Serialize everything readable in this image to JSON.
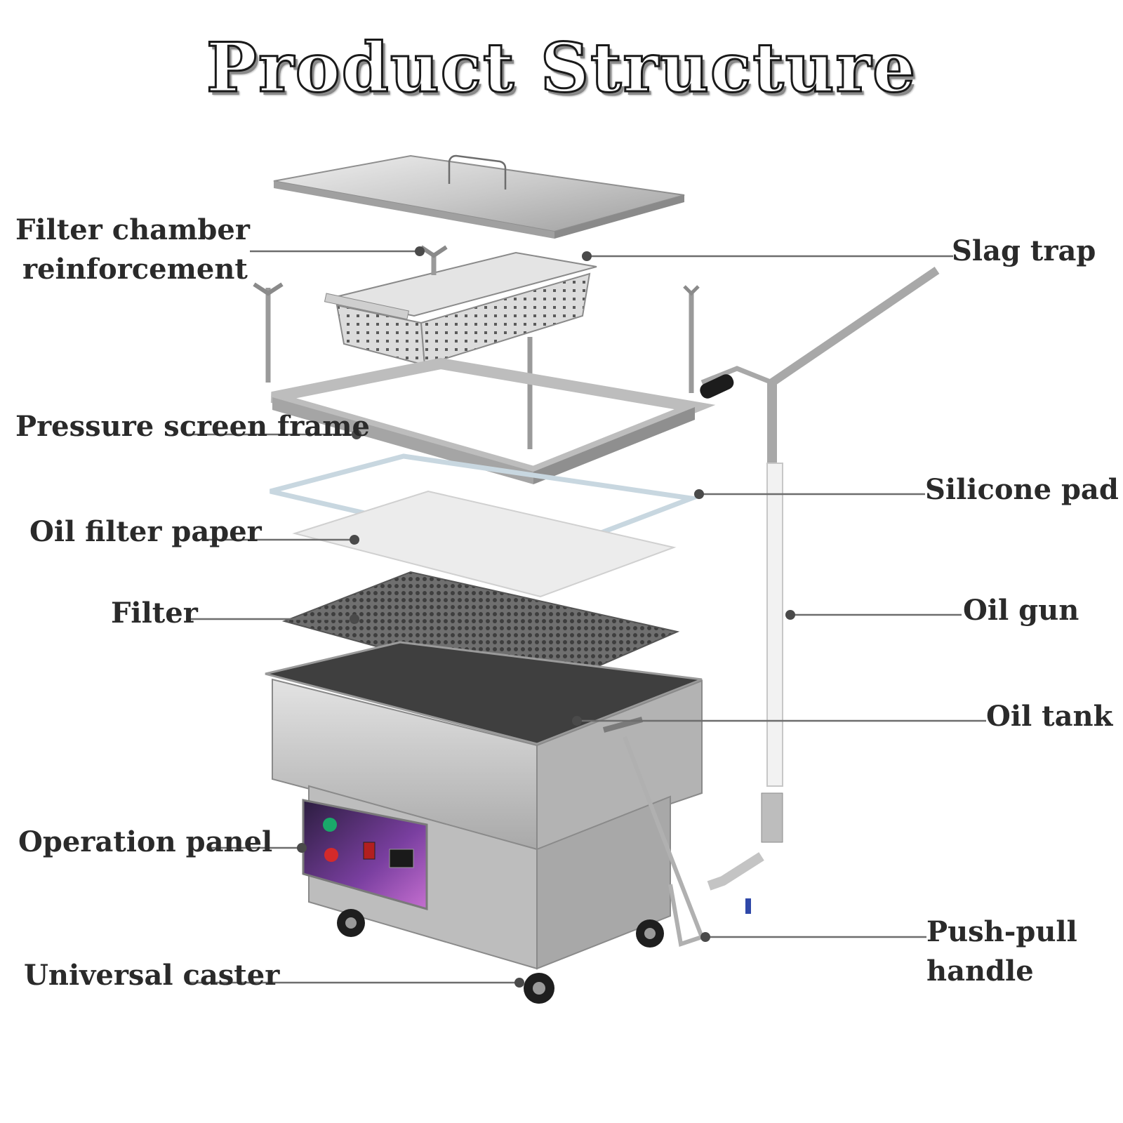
{
  "title": "Product Structure",
  "labels": {
    "filter_chamber_reinforcement": [
      "Filter chamber",
      "reinforcement"
    ],
    "slag_trap": "Slag trap",
    "pressure_screen_frame": "Pressure screen frame",
    "silicone_pad": "Silicone pad",
    "oil_filter_paper": "Oil filter paper",
    "filter": "Filter",
    "oil_gun": "Oil gun",
    "oil_tank": "Oil tank",
    "operation_panel": "Operation panel",
    "universal_caster": "Universal caster",
    "push_pull_handle": [
      "Push-pull",
      "handle"
    ]
  },
  "colors": {
    "steel_light": "#d9d9d9",
    "steel_mid": "#b5b5b5",
    "steel_dark": "#8c8c8c",
    "tank_inner": "#4a4a4a",
    "panel_purple": "#6a3d8f",
    "button_green": "#1aa86a",
    "button_red": "#d42a2a",
    "handle_black": "#1c1c1c"
  }
}
